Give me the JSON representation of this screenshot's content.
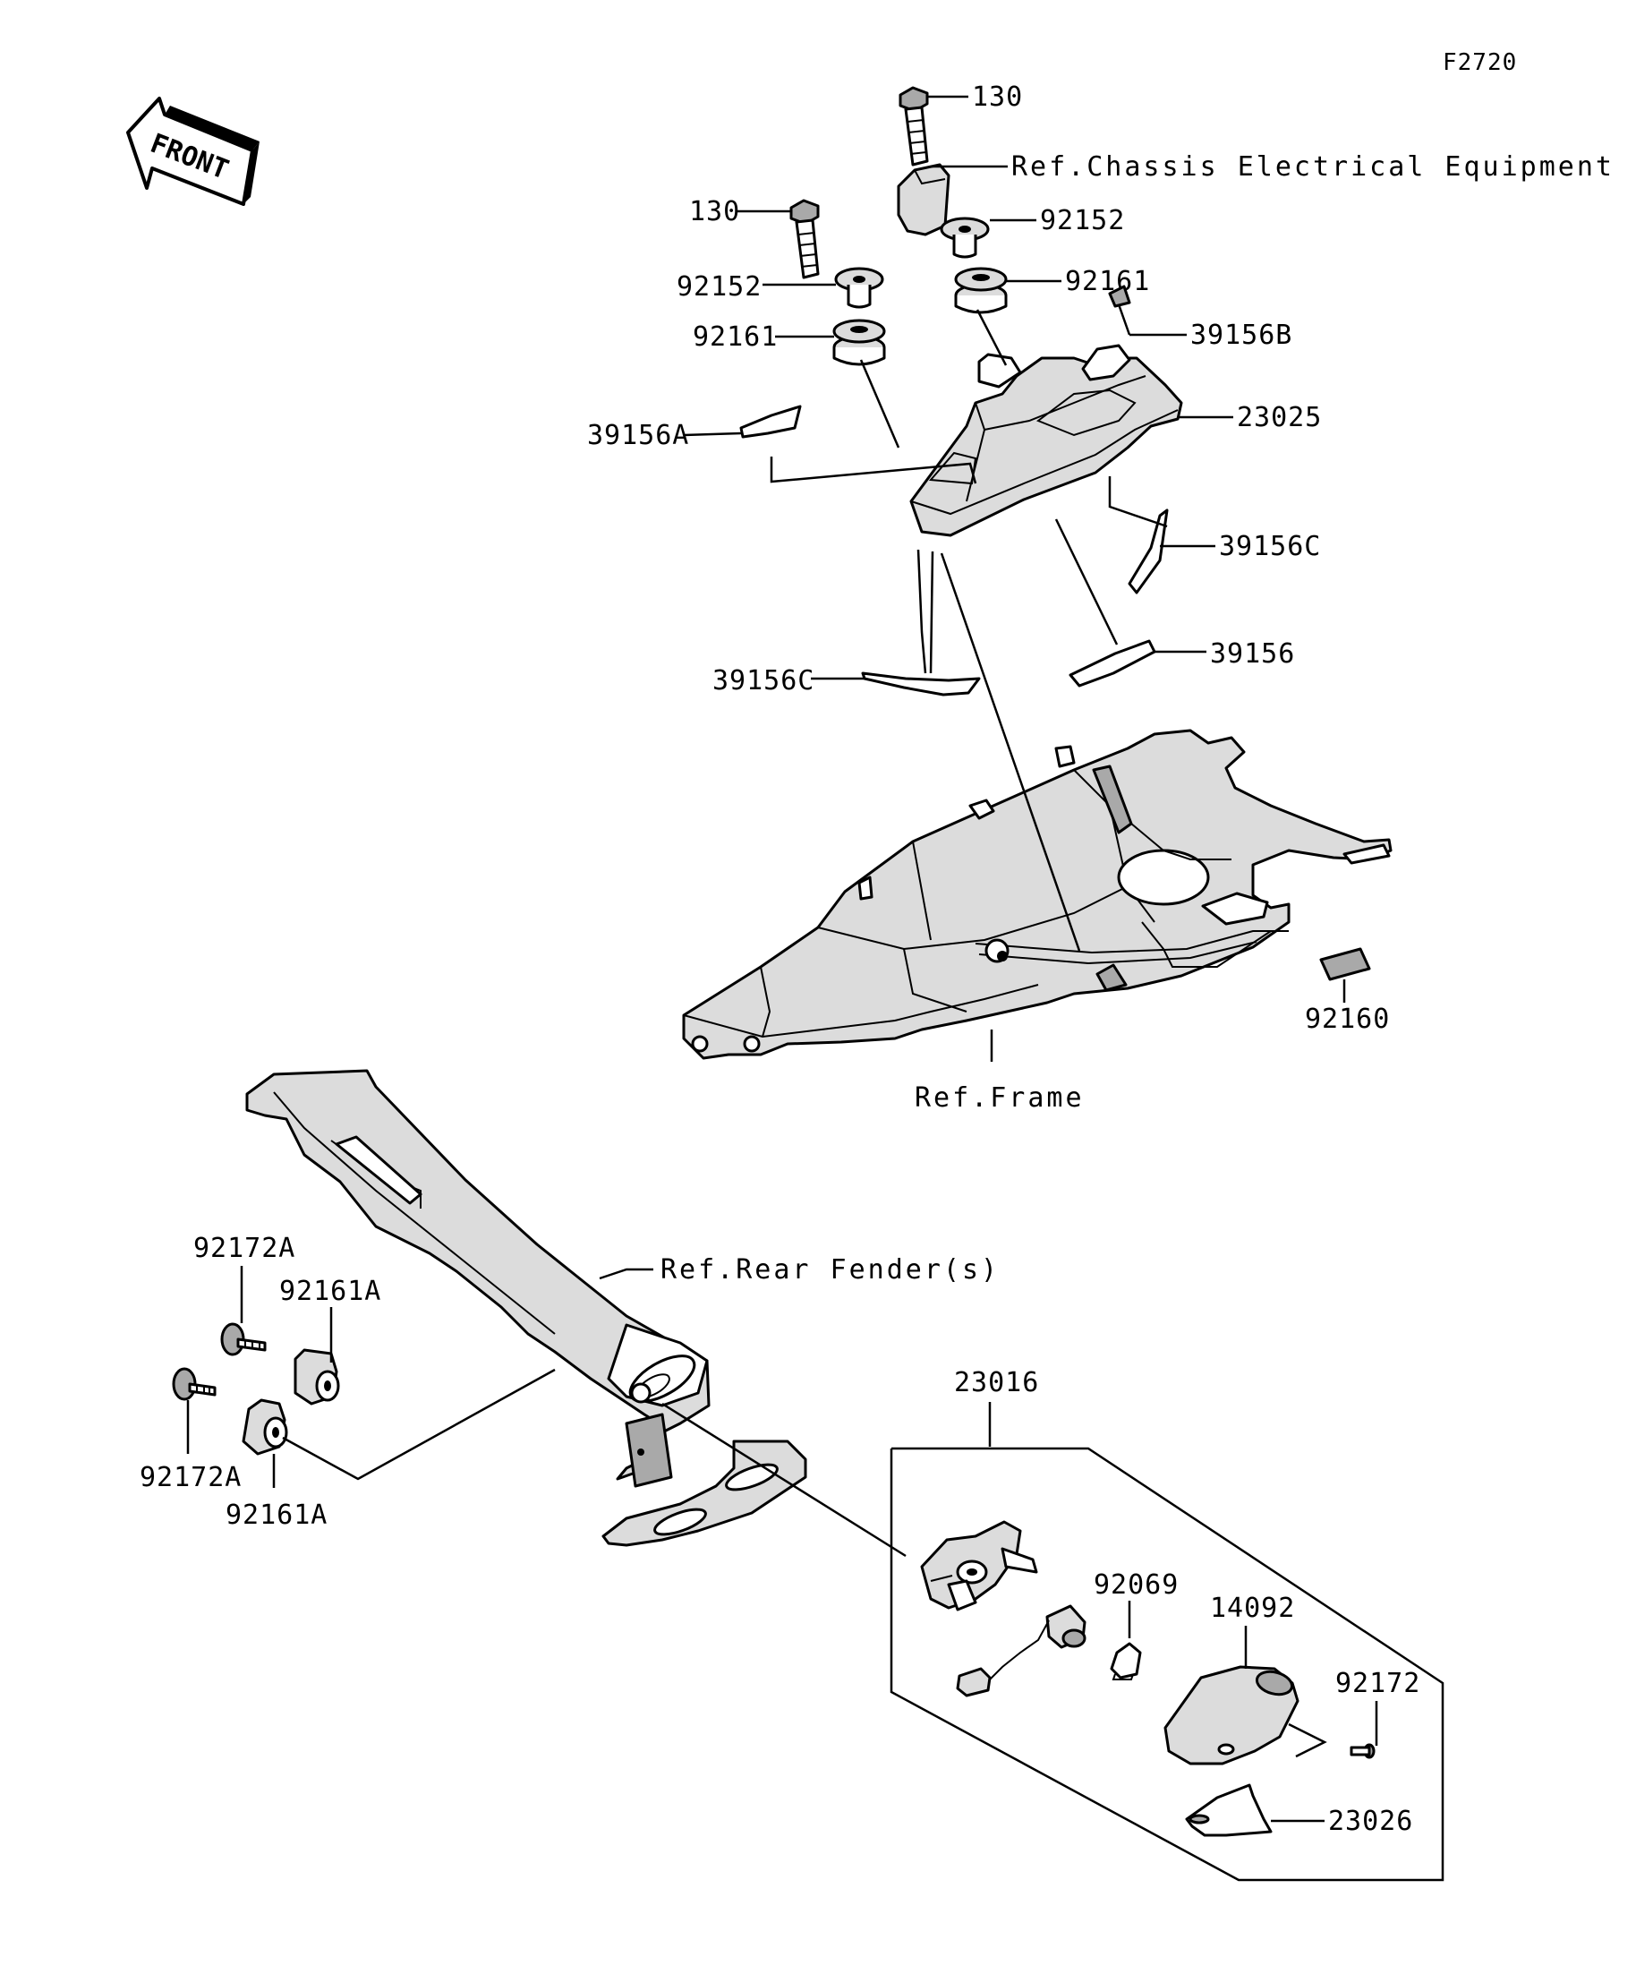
{
  "diagram_code": "F2720",
  "front_arrow_label": "FRONT",
  "labels": {
    "bolt_130_top": "130",
    "ref_chassis": "Ref.Chassis Electrical Equipment",
    "collar_92152_right": "92152",
    "bolt_130_left": "130",
    "damper_92161_right": "92161",
    "collar_92152_left": "92152",
    "pad_39156B": "39156B",
    "damper_92161_left": "92161",
    "case_23025": "23025",
    "pad_39156A": "39156A",
    "pad_39156C_right": "39156C",
    "pad_39156": "39156",
    "pad_39156C_left": "39156C",
    "pad_92160": "92160",
    "ref_frame": "Ref.Frame",
    "ref_rear_fender": "Ref.Rear Fender(s)",
    "screw_92172A_top": "92172A",
    "damper_92161A_top": "92161A",
    "screw_92172A_bottom": "92172A",
    "damper_92161A_bottom": "92161A",
    "lamp_assy_23016": "23016",
    "bulb_92069": "92069",
    "cover_14092": "14092",
    "screw_92172": "92172",
    "lens_23026": "23026"
  },
  "colors": {
    "line": "#000000",
    "fill_light": "#dcdcdc",
    "fill_dark": "#a9a9a9",
    "background": "#ffffff"
  }
}
